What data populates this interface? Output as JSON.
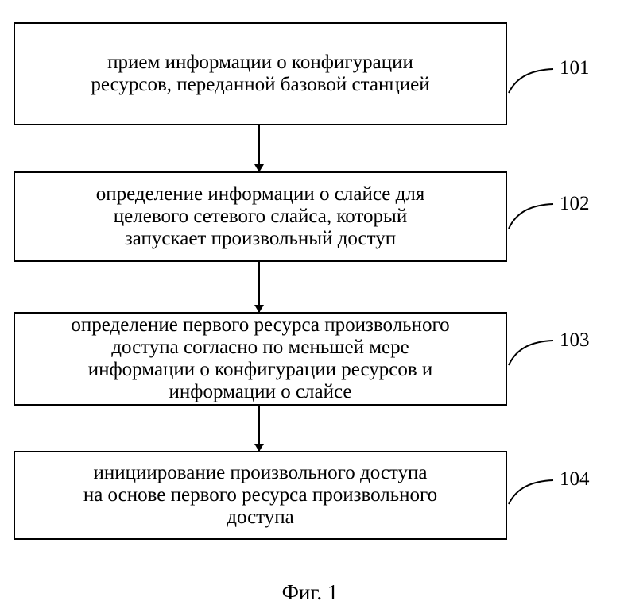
{
  "steps": [
    {
      "id": "101",
      "lines": [
        "прием информации о конфигурации",
        "ресурсов, переданной базовой станцией"
      ]
    },
    {
      "id": "102",
      "lines": [
        "определение информации о слайсе для",
        "целевого сетевого слайса, который",
        "запускает произвольный доступ"
      ]
    },
    {
      "id": "103",
      "lines": [
        "определение первого ресурса произвольного",
        "доступа согласно по меньшей мере",
        "информации о конфигурации ресурсов и",
        "информации о слайсе"
      ]
    },
    {
      "id": "104",
      "lines": [
        "инициирование произвольного доступа",
        "на основе первого ресурса произвольного",
        "доступа"
      ]
    }
  ],
  "caption": "Фиг. 1"
}
